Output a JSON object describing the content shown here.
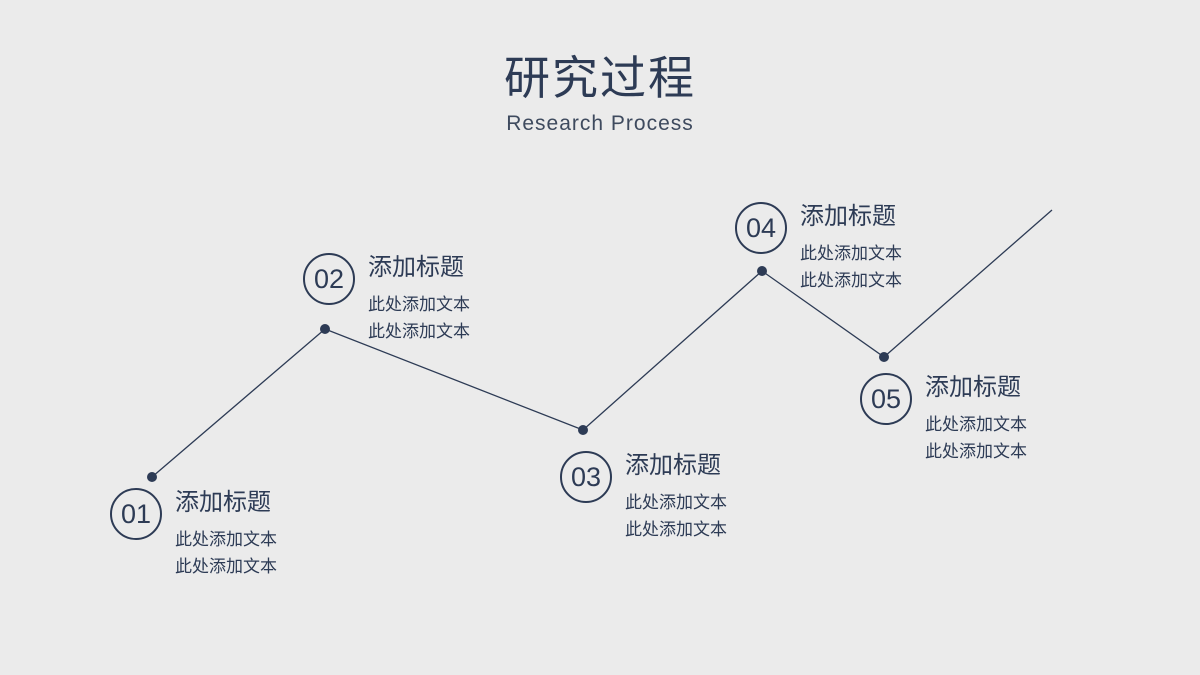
{
  "header": {
    "title": "研究过程",
    "subtitle": "Research Process"
  },
  "theme": {
    "background": "#ebebeb",
    "accent": "#2d3b55"
  },
  "steps": [
    {
      "number": "01",
      "title": "添加标题",
      "body1": "此处添加文本",
      "body2": "此处添加文本"
    },
    {
      "number": "02",
      "title": "添加标题",
      "body1": "此处添加文本",
      "body2": "此处添加文本"
    },
    {
      "number": "03",
      "title": "添加标题",
      "body1": "此处添加文本",
      "body2": "此处添加文本"
    },
    {
      "number": "04",
      "title": "添加标题",
      "body1": "此处添加文本",
      "body2": "此处添加文本"
    },
    {
      "number": "05",
      "title": "添加标题",
      "body1": "此处添加文本",
      "body2": "此处添加文本"
    }
  ]
}
